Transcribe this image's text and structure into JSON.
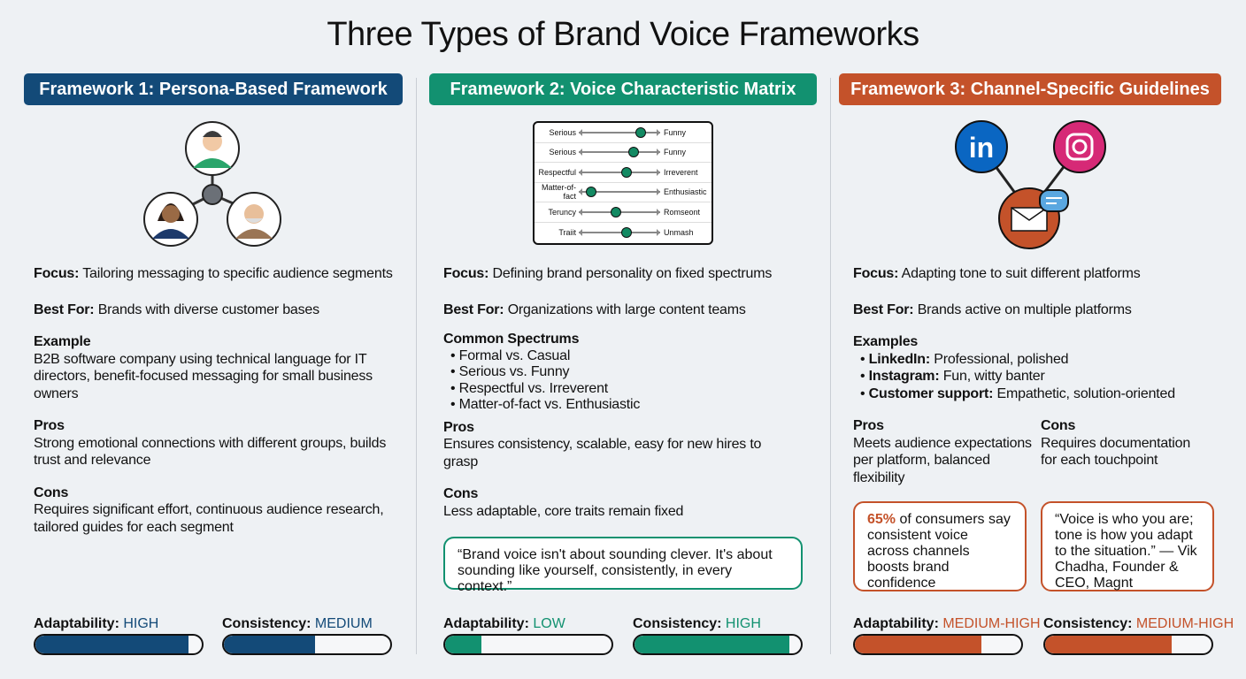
{
  "title": "Three Types of Brand Voice Frameworks",
  "colors": {
    "blue": "#134a78",
    "green": "#129170",
    "orange": "#c4522a"
  },
  "frameworks": [
    {
      "header": "Framework 1: Persona-Based Framework",
      "icon": "persona-network-icon",
      "focus_label": "Focus:",
      "focus": "Tailoring messaging to specific audience segments",
      "best_label": "Best For:",
      "best": "Brands with diverse customer bases",
      "example_label": "Example",
      "example": "B2B software company using technical language for IT directors, benefit-focused messaging for small business owners",
      "pros_label": "Pros",
      "pros": "Strong emotional connections with different groups, builds trust and relevance",
      "cons_label": "Cons",
      "cons": "Requires significant effort, continuous audience research, tailored guides for each segment",
      "adapt_label": "Adaptability:",
      "adapt": "HIGH",
      "adapt_pct": 92,
      "cons_metric_label": "Consistency:",
      "consistency": "MEDIUM",
      "consistency_pct": 55
    },
    {
      "header": "Framework 2: Voice Characteristic Matrix",
      "matrix": [
        {
          "left": "Serious",
          "right": "Funny",
          "pos": 0.8
        },
        {
          "left": "Serious",
          "right": "Funny",
          "pos": 0.7
        },
        {
          "left": "Respectful",
          "right": "Irreverent",
          "pos": 0.6
        },
        {
          "left": "Matter-of-fact",
          "right": "Enthusiastic",
          "pos": 0.1
        },
        {
          "left": "Teruncy",
          "right": "Romseont",
          "pos": 0.45
        },
        {
          "left": "Traiit",
          "right": "Unmash",
          "pos": 0.6
        }
      ],
      "focus_label": "Focus:",
      "focus": "Defining brand personality on fixed spectrums",
      "best_label": "Best For:",
      "best": "Organizations with large content teams",
      "spectrums_label": "Common Spectrums",
      "spectrums": [
        "Formal vs. Casual",
        "Serious vs. Funny",
        "Respectful vs. Irreverent",
        "Matter-of-fact vs. Enthusiastic"
      ],
      "pros_label": "Pros",
      "pros": "Ensures consistency, scalable, easy for new hires to grasp",
      "cons_label": "Cons",
      "cons": "Less adaptable, core traits remain fixed",
      "quote": "“Brand voice isn't about sounding clever. It's about sounding like yourself, consistently, in every context.”",
      "adapt_label": "Adaptability:",
      "adapt": "LOW",
      "adapt_pct": 22,
      "cons_metric_label": "Consistency:",
      "consistency": "HIGH",
      "consistency_pct": 93
    },
    {
      "header": "Framework 3: Channel-Specific Guidelines",
      "icons": [
        "linkedin-icon",
        "instagram-icon",
        "email-chat-icon"
      ],
      "linkedin_text": "in",
      "focus_label": "Focus:",
      "focus": "Adapting tone to suit different platforms",
      "best_label": "Best For:",
      "best": "Brands active on multiple platforms",
      "examples_label": "Examples",
      "examples": [
        {
          "k": "LinkedIn:",
          "v": "Professional, polished"
        },
        {
          "k": "Instagram:",
          "v": "Fun, witty banter"
        },
        {
          "k": "Customer support:",
          "v": "Empathetic, solution-oriented"
        }
      ],
      "pros_label": "Pros",
      "pros": "Meets audience expectations per platform, balanced flexibility",
      "cons_label": "Cons",
      "cons": "Requires documentation for each touchpoint",
      "stat_num": "65%",
      "stat": " of consumers say consistent voice across channels boosts brand confidence",
      "quote": "“Voice is who you are; tone is how you adapt to the situation.” — Vik Chadha, Founder & CEO, Magnt",
      "adapt_label": "Adaptability:",
      "adapt": "MEDIUM-HIGH",
      "adapt_pct": 76,
      "cons_metric_label": "Consistency:",
      "consistency": "MEDIUM-HIGH",
      "consistency_pct": 76
    }
  ]
}
